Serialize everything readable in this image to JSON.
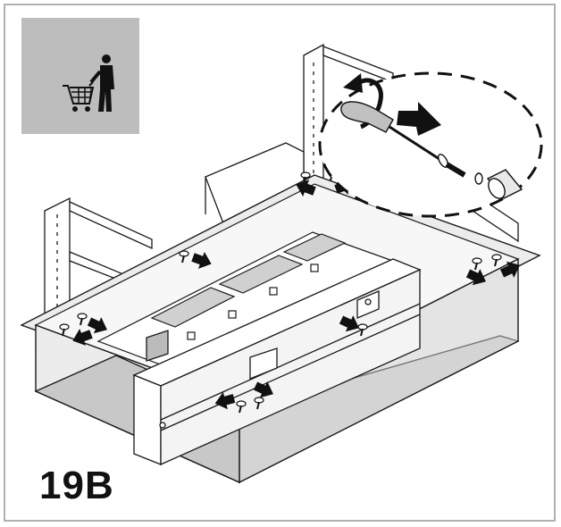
{
  "step": {
    "label": "19B"
  },
  "badge": {
    "icon": "person-with-shopping-cart-icon",
    "background": "#bdbdbd"
  },
  "colors": {
    "line": "#1a1a1a",
    "panel": "#ececec",
    "panel_dark": "#c8c8c8",
    "arrow": "#111111",
    "frame": "#b0b0b0"
  },
  "callout": {
    "icon": "screwdriver-unscrew-icon",
    "style": "dashed-ellipse"
  },
  "arrows": {
    "icon": "removal-arrow-icon",
    "count": 12
  }
}
